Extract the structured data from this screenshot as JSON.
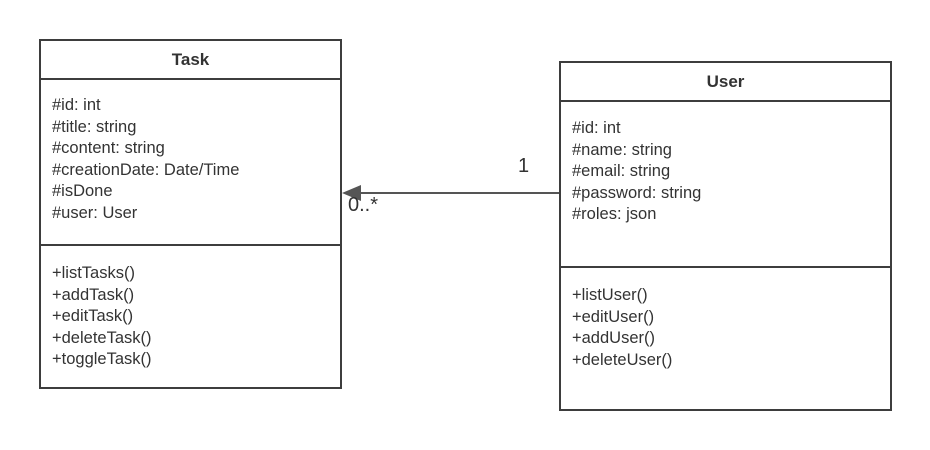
{
  "classes": {
    "task": {
      "name": "Task",
      "attributes": [
        "#id: int",
        "#title: string",
        "#content: string",
        "#creationDate: Date/Time",
        "#isDone",
        "#user: User"
      ],
      "operations": [
        "+listTasks()",
        "+addTask()",
        "+editTask()",
        "+deleteTask()",
        "+toggleTask()"
      ]
    },
    "user": {
      "name": "User",
      "attributes": [
        "#id: int",
        "#name: string",
        "#email: string",
        "#password: string",
        "#roles: json"
      ],
      "operations": [
        "+listUser()",
        "+editUser()",
        "+addUser()",
        "+deleteUser()"
      ]
    }
  },
  "association": {
    "user_multiplicity": "1",
    "task_multiplicity": "0..*"
  },
  "colors": {
    "border": "#3d3d3d",
    "text": "#333333",
    "arrow": "#555555"
  }
}
